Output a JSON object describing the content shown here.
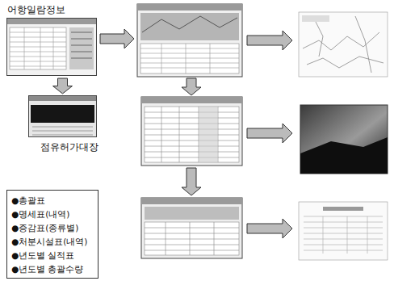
{
  "diagram": {
    "nodes": [
      {
        "text": [
          "어항일람정보"
        ]
      },
      {
        "text": [
          "점유허가대장"
        ]
      },
      {
        "text": [
          "●총괄표",
          "●명세표(내역)",
          "●증감표(종류별)",
          "●처분시설표(내역)",
          "●년도별 실적표",
          "●년도별 총괄수량"
        ]
      }
    ],
    "edges": [
      {
        "from": 0,
        "to": 1,
        "arrow": "to"
      }
    ]
  }
}
